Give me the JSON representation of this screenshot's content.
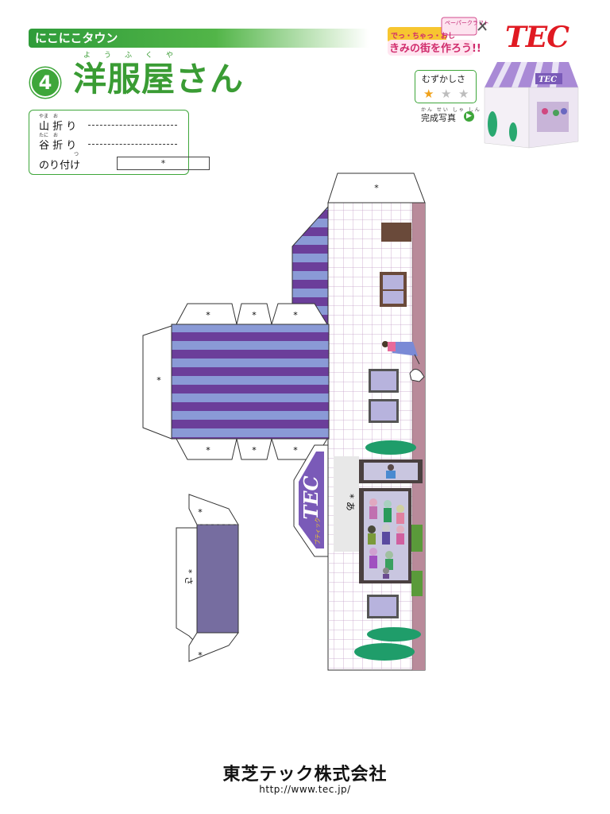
{
  "header": {
    "series": "にこにこタウン",
    "number": "4",
    "title": "洋服屋さん",
    "title_ruby": "ようふくや"
  },
  "legend": {
    "mountain_fold": "山 折 り",
    "mountain_ruby": "やま　お",
    "valley_fold": "谷 折 り",
    "valley_ruby": "たに　お",
    "glue": "のり付け",
    "glue_ruby": "つ",
    "glue_mark": "*"
  },
  "brand": {
    "tec_logo": "TEC",
    "kimi_logo_top": "ペーパークラフト",
    "kimi_logo_main": "きみの街を作ろう!!",
    "kimi_logo_small": "でっ・ちゃっ・おし"
  },
  "difficulty": {
    "label": "むずかしさ",
    "stars_filled": 1,
    "stars_total": 3,
    "photo_label": "完成写真",
    "photo_ruby": "かん せい しゃ しん",
    "arrow_icon": "chevron-right-icon"
  },
  "pattern": {
    "glue_mark": "*",
    "sign_text": "TEC",
    "sign_subtext": "ブティック",
    "door_text": "* あ",
    "piece_text": "* さ"
  },
  "colors": {
    "green": "#3ea63a",
    "purple_dark": "#6b3e9a",
    "purple_light": "#8a9ad6",
    "grid": "#c4a0c8",
    "wall_band": "#b98a9a",
    "red": "#e01a22"
  },
  "footer": {
    "company": "東芝テック株式会社",
    "url": "http://www.tec.jp/"
  }
}
